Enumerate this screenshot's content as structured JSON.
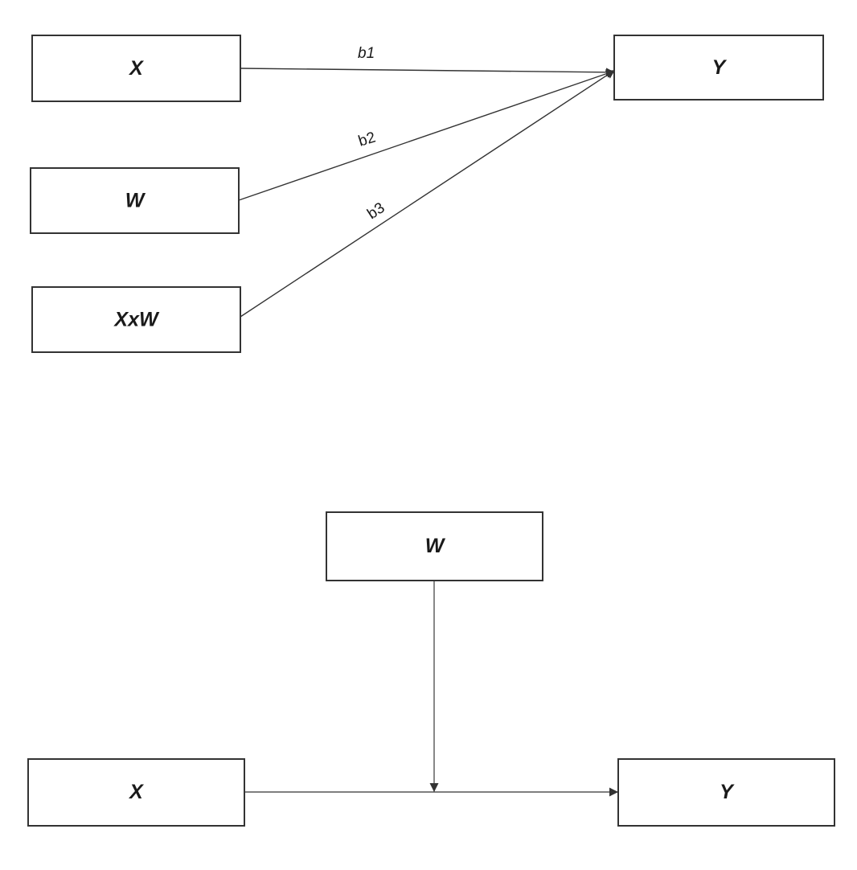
{
  "statistical_model": {
    "nodes": {
      "x": "X",
      "w": "W",
      "xw": "XxW",
      "y": "Y"
    },
    "paths": {
      "b1": "b1",
      "b2": "b2",
      "b3": "b3"
    }
  },
  "conceptual_model": {
    "nodes": {
      "w": "W",
      "x": "X",
      "y": "Y"
    }
  },
  "colors": {
    "stroke": "#333333",
    "text": "#1a1a1a"
  }
}
